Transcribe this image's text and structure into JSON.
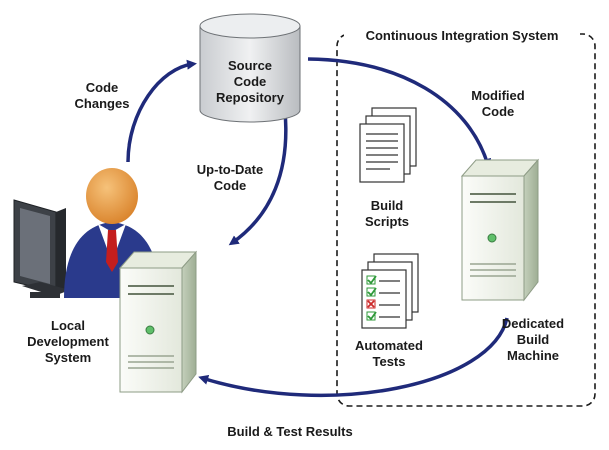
{
  "diagram": {
    "ci_title": "Continuous Integration System",
    "source_repo": [
      "Source",
      "Code",
      "Repository"
    ],
    "code_changes": [
      "Code",
      "Changes"
    ],
    "up_to_date_code": [
      "Up-to-Date",
      "Code"
    ],
    "modified_code": [
      "Modified",
      "Code"
    ],
    "build_scripts": [
      "Build",
      "Scripts"
    ],
    "automated_tests": [
      "Automated",
      "Tests"
    ],
    "local_dev": [
      "Local",
      "Development",
      "System"
    ],
    "build_machine": [
      "Dedicated",
      "Build",
      "Machine"
    ],
    "build_results": "Build & Test Results",
    "colors": {
      "arrow": "#1f2a7a",
      "server_body": "#f2f4ef",
      "server_side": "#b7c3ae",
      "cylinder": "#e4e6e8",
      "skin": "#e89a3c",
      "suit": "#2a3a8c",
      "tie": "#c41e1e",
      "check": "#2f9a3a",
      "cross": "#cc2a2a"
    }
  }
}
